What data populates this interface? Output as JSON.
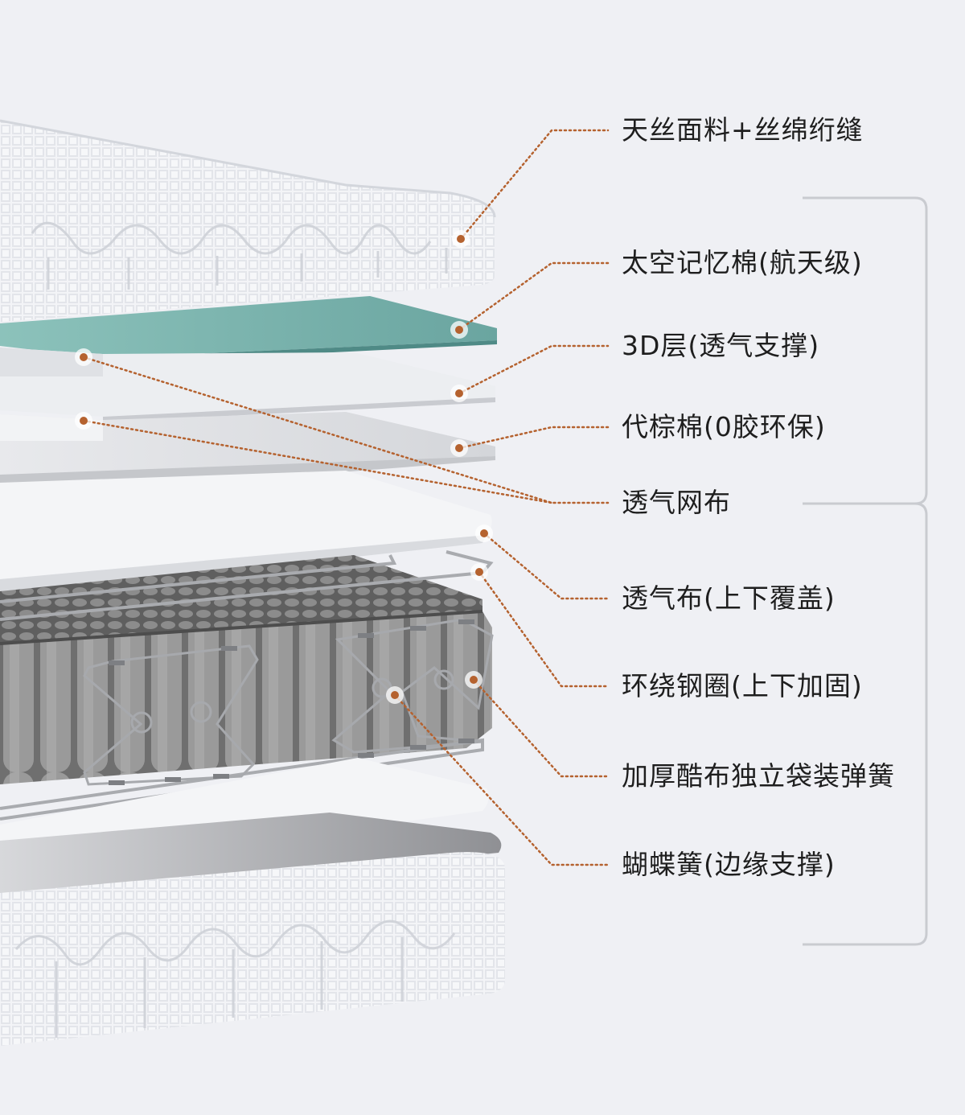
{
  "colors": {
    "background": "#eff0f4",
    "accent": "#b5622f",
    "bracket": "#c9cbd0",
    "memory_foam": "#6aa5a0",
    "fabric": "#f4f5f7",
    "spring": "#8d8d8d"
  },
  "layers": [
    {
      "id": "tencel-fabric",
      "label": "天丝面料+丝绵绗缝"
    },
    {
      "id": "memory-foam",
      "label": "太空记忆棉(航天级)"
    },
    {
      "id": "3d-layer",
      "label": "3D层(透气支撑)"
    },
    {
      "id": "palm-substitute",
      "label": "代棕棉(0胶环保)"
    },
    {
      "id": "mesh-fabric",
      "label": "透气网布"
    },
    {
      "id": "cover-fabric",
      "label": "透气布(上下覆盖)"
    },
    {
      "id": "steel-ring",
      "label": "环绕钢圈(上下加固)"
    },
    {
      "id": "pocket-springs",
      "label": "加厚酷布独立袋装弹簧"
    },
    {
      "id": "butterfly-springs",
      "label": "蝴蝶簧(边缘支撑)"
    }
  ]
}
